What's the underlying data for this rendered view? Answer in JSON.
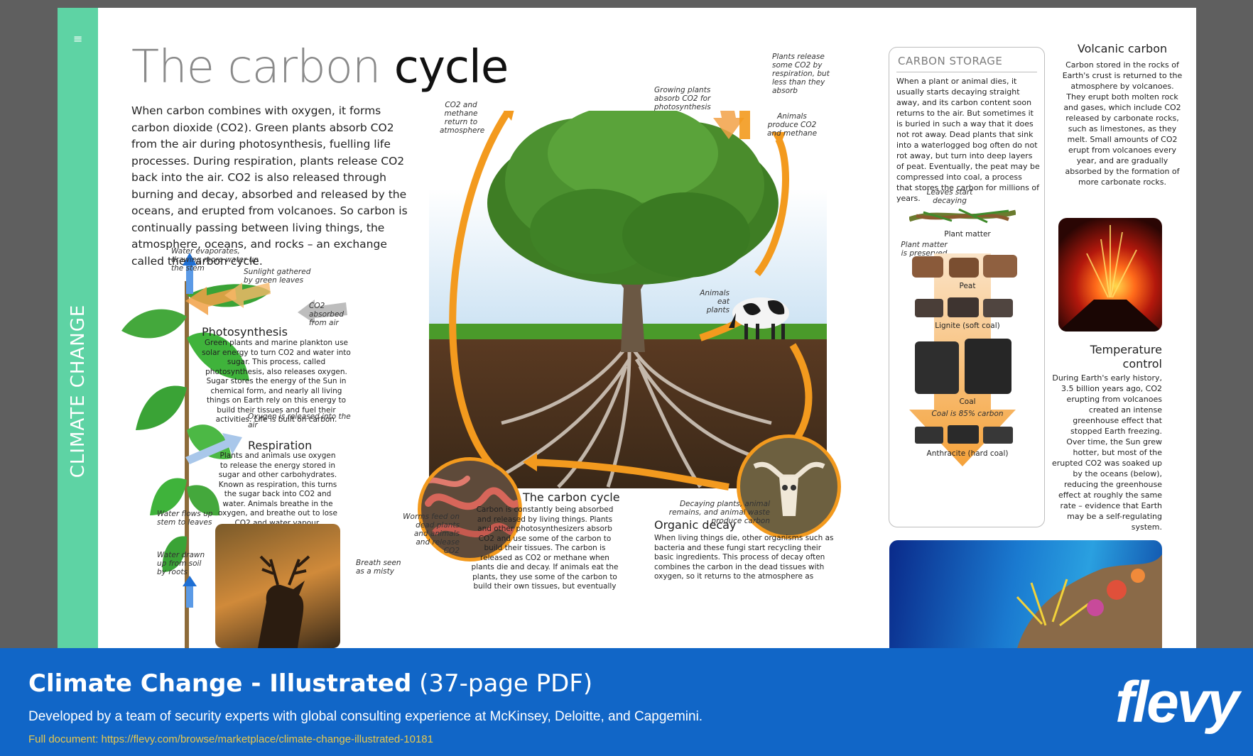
{
  "sidebar": {
    "menu_icon": "≡",
    "section": "CLIMATE CHANGE"
  },
  "title": {
    "light": "The carbon",
    "dark": "cycle"
  },
  "intro": "When carbon combines with oxygen, it forms carbon dioxide (CO2). Green plants absorb CO2 from the air during photosynthesis, fuelling life processes. During respiration, plants release CO2 back into the air. CO2 is also released through burning and decay, absorbed and released by the oceans, and erupted from volcanoes. So carbon is continually passing between living things, the atmosphere, oceans, and rocks – an exchange called the carbon cycle.",
  "plant_notes": {
    "water_evaporates": "Water evaporates, drawing more water up the stem",
    "sunlight": "Sunlight gathered by green leaves",
    "co2_absorbed": "CO2 absorbed from air",
    "oxygen": "Oxygen is released into the air",
    "water_flows": "Water flows up stem to leaves",
    "water_drawn": "Water drawn up from soil by roots"
  },
  "photosynthesis": {
    "heading": "Photosynthesis",
    "text": "Green plants and marine plankton use solar energy to turn CO2 and water into sugar. This process, called photosynthesis, also releases oxygen. Sugar stores the energy of the Sun in chemical form, and nearly all living things on Earth rely on this energy to build their tissues and fuel their activities. Life is built on carbon."
  },
  "respiration": {
    "heading": "Respiration",
    "text": "Plants and animals use oxygen to release the energy stored in sugar and other carbohydrates. Known as respiration, this turns the sugar back into CO2 and water. Animals breathe in the oxygen, and breathe out to lose CO2 and water vapour."
  },
  "diagram_notes": {
    "co2_methane": "CO2 and methane return to atmosphere",
    "growing_plants": "Growing plants absorb CO2 for photosynthesis",
    "plants_release": "Plants release some CO2 by respiration, but less than they absorb",
    "animals_produce": "Animals produce CO2 and methane",
    "animals_eat": "Animals eat plants",
    "worms_feed": "Worms feed on dead plants and animals and release CO2",
    "breath_seen": "Breath seen as a misty",
    "decaying": "Decaying plants, animal remains, and animal waste produce carbon"
  },
  "carbon_cycle_box": {
    "heading": "The carbon cycle",
    "text": "Carbon is constantly being absorbed and released by living things. Plants and other photosynthesizers absorb CO2 and use some of the carbon to build their tissues. The carbon is released as CO2 or methane when plants die and decay. If animals eat the plants, they use some of the carbon to build their own tissues, but eventually"
  },
  "organic_decay": {
    "heading": "Organic decay",
    "text": "When living things die, other organisms such as bacteria and these fungi start recycling their basic ingredients. This process of decay often combines the carbon in the dead tissues with oxygen, so it returns to the atmosphere as"
  },
  "carbon_storage": {
    "heading": "CARBON STORAGE",
    "text": "When a plant or animal dies, it usually starts decaying straight away, and its carbon content soon returns to the air. But sometimes it is buried in such a way that it does not rot away. Dead plants that sink into a waterlogged bog often do not rot away, but turn into deep layers of peat. Eventually, the peat may be compressed into coal, a process that stores the carbon for millions of years.",
    "leaves_start": "Leaves start decaying",
    "plant_matter": "Plant matter",
    "preserved": "Plant matter is preserved",
    "peat": "Peat",
    "lignite": "Lignite (soft coal)",
    "coal": "Coal",
    "coal_pct": "Coal is 85% carbon",
    "anthracite": "Anthracite (hard coal)"
  },
  "volcanic": {
    "heading": "Volcanic carbon",
    "text": "Carbon stored in the rocks of Earth's crust is returned to the atmosphere by volcanoes. They erupt both molten rock and gases, which include CO2 released by carbonate rocks, such as limestones, as they melt. Small amounts of CO2 erupt from volcanoes every year, and are gradually absorbed by the formation of more carbonate rocks."
  },
  "temperature": {
    "heading": "Temperature control",
    "text": "During Earth's early history, 3.5 billion years ago, CO2 erupting from volcanoes created an intense greenhouse effect that stopped Earth freezing. Over time, the Sun grew hotter, but most of the erupted CO2 was soaked up by the oceans (below), reducing the greenhouse effect at roughly the same rate – evidence that Earth may be a self-regulating system."
  },
  "banner": {
    "title_bold": "Climate Change - Illustrated",
    "title_light": "(37-page PDF)",
    "subtitle": "Developed by a team of security experts with global consulting experience at McKinsey, Deloitte, and Capgemini.",
    "link": "Full document: https://flevy.com/browse/marketplace/climate-change-illustrated-10181",
    "logo": "flevy"
  },
  "colors": {
    "accent_green": "#5ed3a4",
    "arrow_orange": "#f39a1e",
    "banner_blue": "#1166c7",
    "link_yellow": "#e8c84c"
  },
  "icons": [
    "menu-icon",
    "tree-illustration",
    "cow-illustration",
    "worms-photo",
    "skull-photo",
    "deer-photo",
    "volcano-photo",
    "reef-photo",
    "flevy-logo"
  ]
}
